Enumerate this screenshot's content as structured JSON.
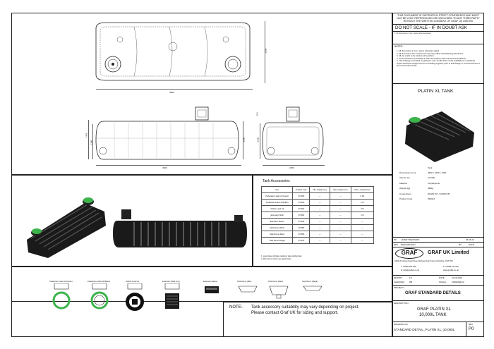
{
  "confidential": "THIS DOCUMENT IS SUPPLIED IN STRICT CONFIDENCE AND MUST NOT BE LENT, REPRODUCED OR DISCLOSED TO ANY THIRD PARTY WITHOUT THE WRITTEN CONSENT OF GRAF UK LIMITED",
  "do_not_scale": "DO NOT SCALE - IF IN DOUBT ASK",
  "notes_title": "NOTES:-",
  "notes": [
    "1.   All dimensions in mm, unless otherwise stated.",
    "2.   All dimensions are nominal and may vary within manufacturing tolerances.",
    "3.   All site works to be carried out by others.",
    "4.   Graf products to be installed in strict accordance with Graf recommendations.",
    "5.   This drawing is intended for guidance only. Confirmation of the suitability for a particular project should be sought from the consulting engineer prior to final design or commencement of any construction works."
  ],
  "product_title": "PLATIN XL TANK",
  "specs": {
    "heading": "Tank",
    "rows": [
      {
        "label": "Dimensions (mm)",
        "value": "4900 x 2250 x 1300"
      },
      {
        "label": "Volume (L)",
        "value": "10,000L"
      },
      {
        "label": "Material",
        "value": "Polyethylene"
      },
      {
        "label": "Weight (kg)",
        "value": "480kg"
      },
      {
        "label": "Connections",
        "value": "DN160 (6\") / DN150 (6\")"
      },
      {
        "label": "Product Code",
        "value": "390022"
      }
    ]
  },
  "dims": {
    "top_height": "2250",
    "top_width": "4900",
    "side_height1": "1300",
    "side_height2": "1425",
    "side_right": "2250",
    "side_width": "4900",
    "end_top": "610",
    "end_height": "1300",
    "end_width": "2250"
  },
  "accessories": {
    "title": "Tank Accessories",
    "columns": [
      "Item",
      "Product code",
      "Min. height (mm)",
      "Max. height (mm)",
      "Max. Load (tonnes)"
    ],
    "rows": [
      [
        "Pedestrian Load Lid (Green)",
        "371000",
        "—",
        "—",
        "0.15t"
      ],
      [
        "Pedestrian Load Lid (Black)",
        "371010",
        "—",
        "—",
        "1.5t"
      ],
      [
        "Vehicle Load Lid",
        "371020",
        "—",
        "—",
        "3.5t"
      ],
      [
        "Extension Shaft",
        "371030",
        "—",
        "—",
        "1.5t"
      ],
      [
        "Extension Sleeve",
        "371040",
        "—",
        "—",
        "—"
      ],
      [
        "Tank Dome (Mini)",
        "371050",
        "—",
        "—",
        "—"
      ],
      [
        "Tank Dome (Maxi)",
        "371060",
        "—",
        "—",
        "—"
      ],
      [
        "Tank Dome (Mega)",
        "371070",
        "—",
        "—",
        "—"
      ]
    ],
    "footnotes": [
      "1. Load values indicate maximum safe working load.",
      "2. Dimensions shown are approximate."
    ]
  },
  "accessory_images": [
    {
      "label": "Pedestrian Load Lid (Green)"
    },
    {
      "label": "Pedestrian Load Lid (Black)"
    },
    {
      "label": "Vehicle Load Lid"
    },
    {
      "label": "Extension Shaft (mm)"
    },
    {
      "label": "Extension Sleeve"
    },
    {
      "label": "Tank Dome (Mini)"
    },
    {
      "label": "Tank Dome (Maxi)"
    },
    {
      "label": "Tank Dome (Mega)"
    }
  ],
  "note_box": {
    "label": "NOTE:-",
    "text1": "Tank accessory suitability may vary depending on project.",
    "text2": "Please contact Graf UK for sizing and support."
  },
  "revision": {
    "latest_label": "LATEST REVISION",
    "p_label": "P0",
    "date_value": "26.06.22",
    "rev_label": "REV",
    "desc_label": "DESCRIPTION",
    "by_label": "BY",
    "date_label": "DATE"
  },
  "company": {
    "logo": "GRAF",
    "name": "GRAF UK Limited",
    "address": "GRAF UK Limited, Regal House, Bauhaus Road, Horley, Oxfordshire, OX16 7RR",
    "tel": "T: 01608 664 560",
    "fax": "F: 01608 211 309",
    "email": "E: info@grafuk.co.uk",
    "web": "www.grafuk.co.uk"
  },
  "drawn": {
    "label": "DRAWN:",
    "value": "FC",
    "date_label": "DATE:",
    "date_value": "21.06.2022"
  },
  "checked": {
    "label": "CHECKED:",
    "value": "DB",
    "scale_label": "SCALE:",
    "scale_value": "VARIES@A3"
  },
  "project_label": "PROJECT",
  "project_value": "GRAF STANDARD DETAILS",
  "description_label": "DESCRIPTION",
  "description_value1": "GRAF PLATIN XL",
  "description_value2": "10,000L TANK",
  "drawing_no_label": "DRAWING NO.",
  "drawing_no_value": "STANDARD DETAIL_PLATIN XL_10,000L",
  "rev_no_label": "REV",
  "rev_no_value": "P0"
}
